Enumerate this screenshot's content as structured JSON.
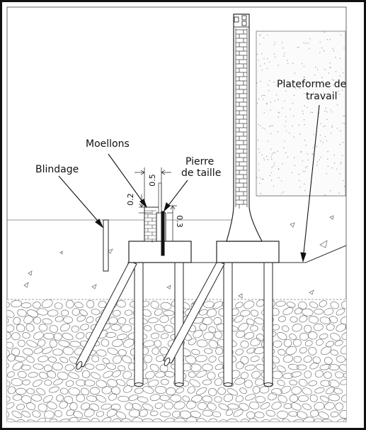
{
  "labels": {
    "moellons": "Moellons",
    "pierre_line1": "Pierre",
    "pierre_line2": "de taille",
    "blindage": "Blindage",
    "plateforme_line1": "Plateforme de",
    "plateforme_line2": "travail"
  },
  "dimensions": {
    "d1": "0.5",
    "d2": "0.2",
    "d3": "0.3"
  }
}
